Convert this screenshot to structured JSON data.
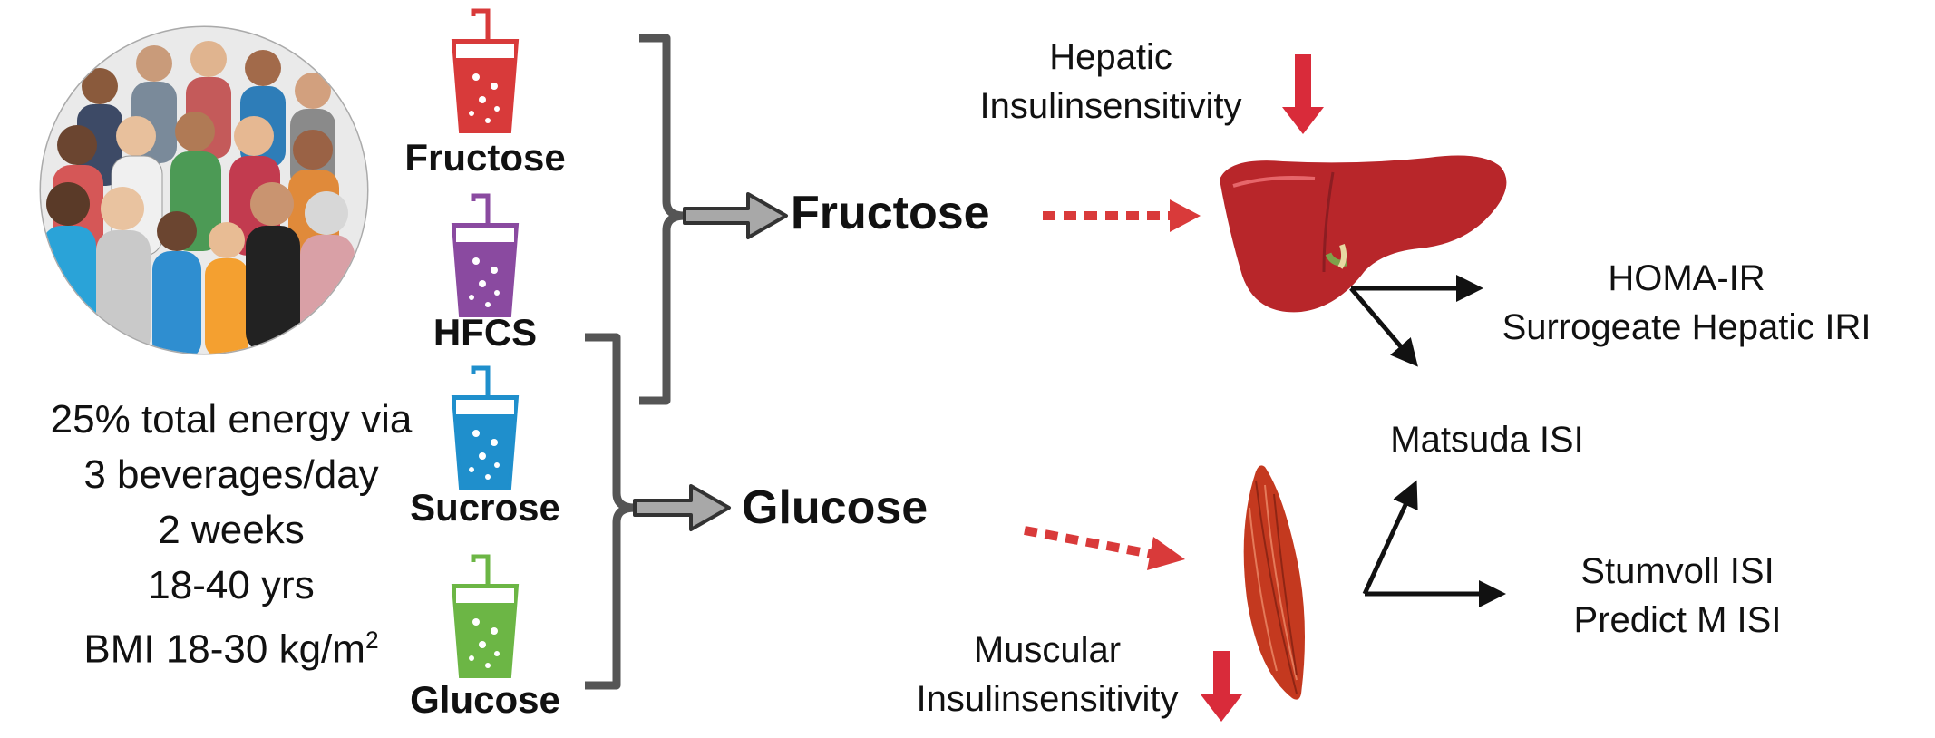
{
  "study": {
    "energy": "25% total energy via",
    "beverages": "3 beverages/day",
    "duration": "2 weeks",
    "age": "18-40 yrs",
    "bmi": "BMI 18-30 kg/m",
    "bmi_exp": "2"
  },
  "beverages": [
    {
      "label": "Fructose",
      "color": "#d83a3a"
    },
    {
      "label": "HFCS",
      "color": "#8a4aa0"
    },
    {
      "label": "Sucrose",
      "color": "#1f8fcc"
    },
    {
      "label": "Glucose",
      "color": "#6cb645"
    }
  ],
  "sugars": {
    "fructose": "Fructose",
    "glucose": "Glucose"
  },
  "hepatic": {
    "line1": "Hepatic",
    "line2": "Insulinsensitivity"
  },
  "muscular": {
    "line1": "Muscular",
    "line2": "Insulinsensitivity"
  },
  "liver_indices": {
    "line1": "HOMA-IR",
    "line2": "Surrogeate Hepatic IRI"
  },
  "matsuda": "Matsuda ISI",
  "muscle_indices": {
    "line1": "Stumvoll ISI",
    "line2": "Predict M ISI"
  },
  "colors": {
    "down_arrow": "#d92b3a",
    "dashed_arrow": "#d93a3a",
    "bracket": "#555555",
    "liver": "#b8262a",
    "muscle": "#c4391f"
  }
}
